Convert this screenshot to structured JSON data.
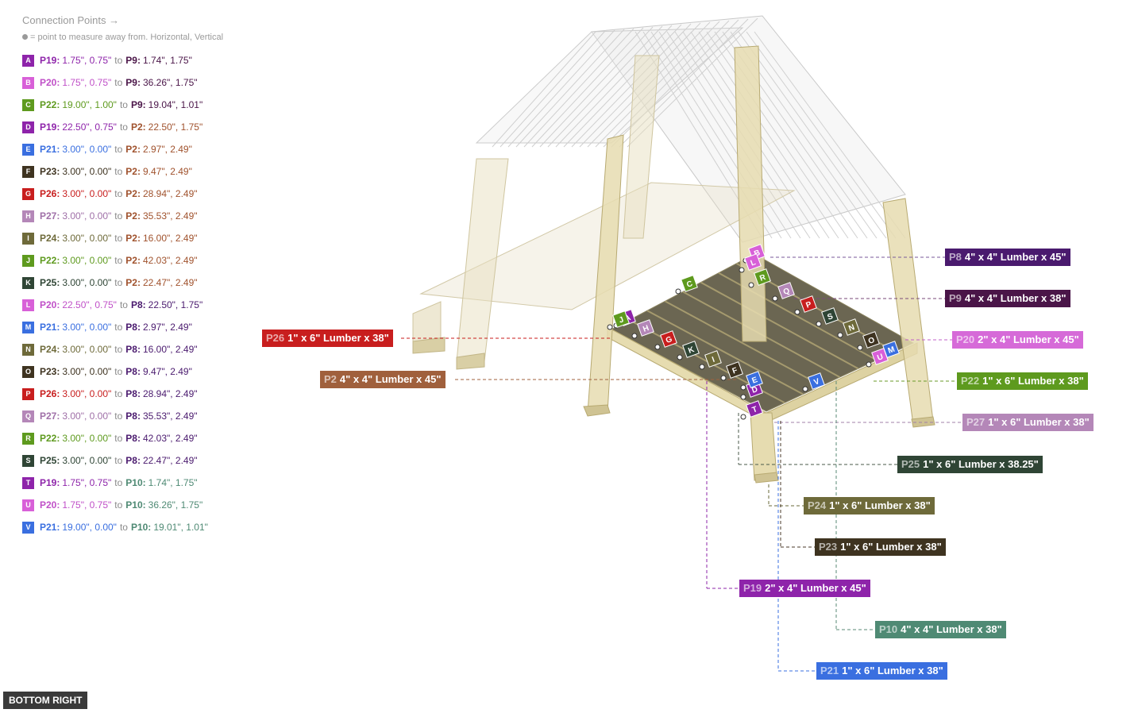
{
  "legend": {
    "title": "Connection Points →",
    "subtitle": "= point to measure away from. Horizontal, Vertical",
    "items": [
      {
        "letter": "A",
        "color": "#8e24aa",
        "from": "P19:",
        "from_color": "#8e24aa",
        "from_val": "1.75\", 0.75\"",
        "to": "P9:",
        "to_color": "#4a1548",
        "to_val": "1.74\", 1.75\""
      },
      {
        "letter": "B",
        "color": "#d860d8",
        "from": "P20:",
        "from_color": "#c050c8",
        "from_val": "1.75\", 0.75\"",
        "to": "P9:",
        "to_color": "#4a1548",
        "to_val": "36.26\", 1.75\""
      },
      {
        "letter": "C",
        "color": "#5e9a1e",
        "from": "P22:",
        "from_color": "#5e9a1e",
        "from_val": "19.00\", 1.00\"",
        "to": "P9:",
        "to_color": "#4a1548",
        "to_val": "19.04\", 1.01\""
      },
      {
        "letter": "D",
        "color": "#8e24aa",
        "from": "P19:",
        "from_color": "#8e24aa",
        "from_val": "22.50\", 0.75\"",
        "to": "P2:",
        "to_color": "#a0522d",
        "to_val": "22.50\", 1.75\""
      },
      {
        "letter": "E",
        "color": "#3a6fe0",
        "from": "P21:",
        "from_color": "#3a6fe0",
        "from_val": "3.00\", 0.00\"",
        "to": "P2:",
        "to_color": "#a0522d",
        "to_val": "2.97\", 2.49\""
      },
      {
        "letter": "F",
        "color": "#3e3320",
        "from": "P23:",
        "from_color": "#3e3320",
        "from_val": "3.00\", 0.00\"",
        "to": "P2:",
        "to_color": "#a0522d",
        "to_val": "9.47\", 2.49\""
      },
      {
        "letter": "G",
        "color": "#c81e1e",
        "from": "P26:",
        "from_color": "#c81e1e",
        "from_val": "3.00\", 0.00\"",
        "to": "P2:",
        "to_color": "#a0522d",
        "to_val": "28.94\", 2.49\""
      },
      {
        "letter": "H",
        "color": "#b487b8",
        "from": "P27:",
        "from_color": "#a070a8",
        "from_val": "3.00\", 0.00\"",
        "to": "P2:",
        "to_color": "#a0522d",
        "to_val": "35.53\", 2.49\""
      },
      {
        "letter": "I",
        "color": "#6e6a3a",
        "from": "P24:",
        "from_color": "#6e6a3a",
        "from_val": "3.00\", 0.00\"",
        "to": "P2:",
        "to_color": "#a0522d",
        "to_val": "16.00\", 2.49\""
      },
      {
        "letter": "J",
        "color": "#5e9a1e",
        "from": "P22:",
        "from_color": "#5e9a1e",
        "from_val": "3.00\", 0.00\"",
        "to": "P2:",
        "to_color": "#a0522d",
        "to_val": "42.03\", 2.49\""
      },
      {
        "letter": "K",
        "color": "#2f4535",
        "from": "P25:",
        "from_color": "#2f4535",
        "from_val": "3.00\", 0.00\"",
        "to": "P2:",
        "to_color": "#a0522d",
        "to_val": "22.47\", 2.49\""
      },
      {
        "letter": "L",
        "color": "#d860d8",
        "from": "P20:",
        "from_color": "#c050c8",
        "from_val": "22.50\", 0.75\"",
        "to": "P8:",
        "to_color": "#4a1a6e",
        "to_val": "22.50\", 1.75\""
      },
      {
        "letter": "M",
        "color": "#3a6fe0",
        "from": "P21:",
        "from_color": "#3a6fe0",
        "from_val": "3.00\", 0.00\"",
        "to": "P8:",
        "to_color": "#4a1a6e",
        "to_val": "2.97\", 2.49\""
      },
      {
        "letter": "N",
        "color": "#6e6a3a",
        "from": "P24:",
        "from_color": "#6e6a3a",
        "from_val": "3.00\", 0.00\"",
        "to": "P8:",
        "to_color": "#4a1a6e",
        "to_val": "16.00\", 2.49\""
      },
      {
        "letter": "O",
        "color": "#3e3320",
        "from": "P23:",
        "from_color": "#3e3320",
        "from_val": "3.00\", 0.00\"",
        "to": "P8:",
        "to_color": "#4a1a6e",
        "to_val": "9.47\", 2.49\""
      },
      {
        "letter": "P",
        "color": "#c81e1e",
        "from": "P26:",
        "from_color": "#c81e1e",
        "from_val": "3.00\", 0.00\"",
        "to": "P8:",
        "to_color": "#4a1a6e",
        "to_val": "28.94\", 2.49\""
      },
      {
        "letter": "Q",
        "color": "#b487b8",
        "from": "P27:",
        "from_color": "#a070a8",
        "from_val": "3.00\", 0.00\"",
        "to": "P8:",
        "to_color": "#4a1a6e",
        "to_val": "35.53\", 2.49\""
      },
      {
        "letter": "R",
        "color": "#5e9a1e",
        "from": "P22:",
        "from_color": "#5e9a1e",
        "from_val": "3.00\", 0.00\"",
        "to": "P8:",
        "to_color": "#4a1a6e",
        "to_val": "42.03\", 2.49\""
      },
      {
        "letter": "S",
        "color": "#2f4535",
        "from": "P25:",
        "from_color": "#2f4535",
        "from_val": "3.00\", 0.00\"",
        "to": "P8:",
        "to_color": "#4a1a6e",
        "to_val": "22.47\", 2.49\""
      },
      {
        "letter": "T",
        "color": "#8e24aa",
        "from": "P19:",
        "from_color": "#8e24aa",
        "from_val": "1.75\", 0.75\"",
        "to": "P10:",
        "to_color": "#4f8a74",
        "to_val": "1.74\", 1.75\""
      },
      {
        "letter": "U",
        "color": "#d860d8",
        "from": "P20:",
        "from_color": "#c050c8",
        "from_val": "1.75\", 0.75\"",
        "to": "P10:",
        "to_color": "#4f8a74",
        "to_val": "36.26\", 1.75\""
      },
      {
        "letter": "V",
        "color": "#3a6fe0",
        "from": "P21:",
        "from_color": "#3a6fe0",
        "from_val": "19.00\", 0.00\"",
        "to": "P10:",
        "to_color": "#4f8a74",
        "to_val": "19.01\", 1.01\""
      }
    ],
    "to_word": "to"
  },
  "parts": [
    {
      "id": "P8",
      "desc": "4\" x 4\" Lumber x 45\"",
      "color": "#4a1a6e"
    },
    {
      "id": "P9",
      "desc": "4\" x 4\" Lumber x 38\"",
      "color": "#4a1548"
    },
    {
      "id": "P26",
      "desc": "1\" x 6\" Lumber x 38\"",
      "color": "#c81e1e"
    },
    {
      "id": "P20",
      "desc": "2\" x 4\" Lumber  x 45\"",
      "color": "#d66ad8"
    },
    {
      "id": "P2",
      "desc": "4\" x 4\" Lumber x 45\"",
      "color": "#a0603c"
    },
    {
      "id": "P22",
      "desc": "1\" x 6\" Lumber x 38\"",
      "color": "#5e9a1e"
    },
    {
      "id": "P27",
      "desc": "1\" x 6\" Lumber x 38\"",
      "color": "#b487b8"
    },
    {
      "id": "P25",
      "desc": "1\" x 6\" Lumber x 38.25\"",
      "color": "#2f4535"
    },
    {
      "id": "P24",
      "desc": "1\" x 6\" Lumber x 38\"",
      "color": "#6e6a3a"
    },
    {
      "id": "P23",
      "desc": "1\" x 6\" Lumber x 38\"",
      "color": "#3e3320"
    },
    {
      "id": "P19",
      "desc": "2\" x 4\" Lumber  x 45\"",
      "color": "#8e24aa"
    },
    {
      "id": "P10",
      "desc": "4\" x 4\" Lumber x 38\"",
      "color": "#4f8a74"
    },
    {
      "id": "P21",
      "desc": "1\" x 6\" Lumber x 38\"",
      "color": "#3a6fe0"
    }
  ],
  "view_button": "BOTTOM RIGHT"
}
